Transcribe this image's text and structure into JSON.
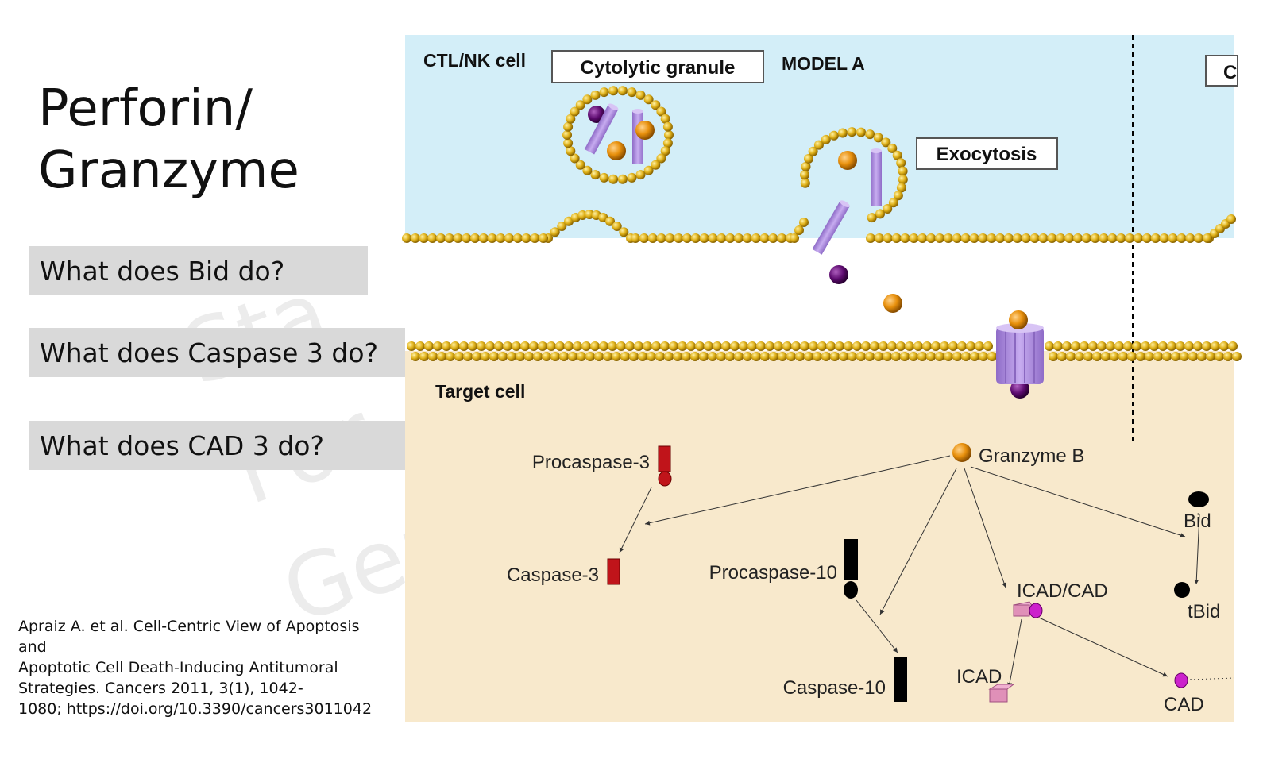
{
  "slide": {
    "title_line1": "Perforin/",
    "title_line2": "Granzyme",
    "questions": [
      "What does Bid do?",
      "What does Caspase 3 do?",
      "What does CAD 3 do?"
    ],
    "reference_lines": [
      "Apraiz A. et al. Cell-Centric View of Apoptosis and",
      "Apoptotic Cell Death-Inducing Antitumoral",
      "Strategies. Cancers 2011, 3(1), 1042-",
      "1080; https://doi.org/10.3390/cancers3011042"
    ]
  },
  "diagram": {
    "ctl_label": "CTL/NK cell",
    "granule_label": "Cytolytic granule",
    "model_label": "MODEL A",
    "exocytosis_label": "Exocytosis",
    "target_label": "Target cell",
    "truncated_box_label": "C",
    "molecules": {
      "granzyme_b": "Granzyme B",
      "procaspase3": "Procaspase-3",
      "caspase3": "Caspase-3",
      "procaspase10": "Procaspase-10",
      "caspase10": "Caspase-10",
      "icad_cad": "ICAD/CAD",
      "icad": "ICAD",
      "cad": "CAD",
      "bid": "Bid",
      "tbid": "tBid"
    },
    "colors": {
      "ctl_bg": "#d3eef8",
      "target_bg": "#f8e9cc",
      "membrane_bead": "#e0b21a",
      "granzyme": "#e8900c",
      "perforin_purple": "#5c0a6e",
      "perforin_cylinder": "#b18ee3",
      "caspase3": "#c0141a",
      "caspase10": "#000000",
      "icad_box": "#e090b8",
      "cad": "#cc22cc"
    }
  }
}
